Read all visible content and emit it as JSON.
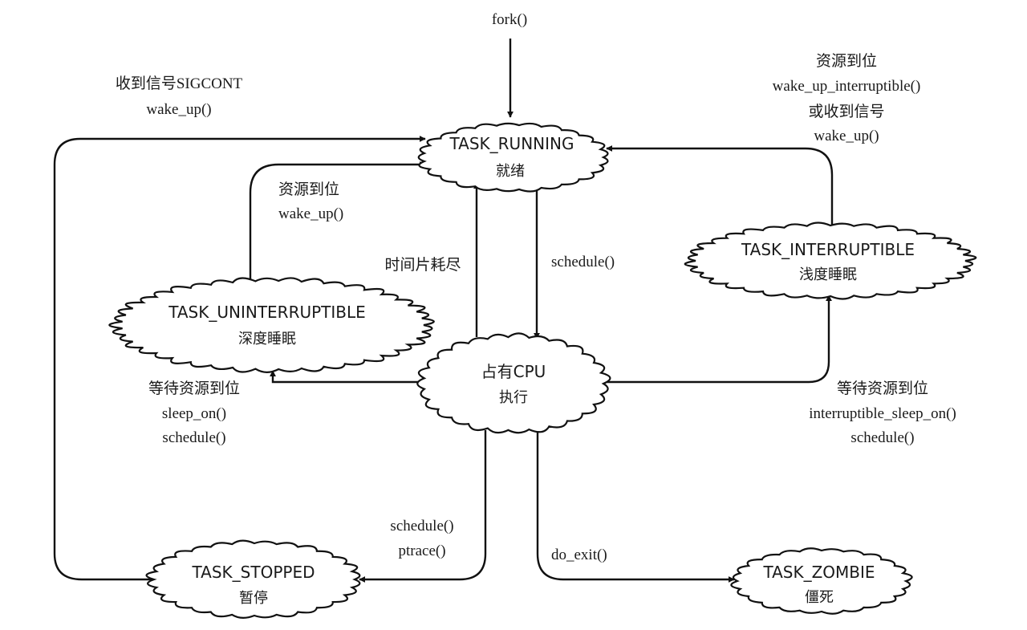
{
  "title": "Linux process state transition diagram",
  "states": {
    "running": {
      "name": "TASK_RUNNING",
      "cn": "就绪"
    },
    "cpu": {
      "name": "占有CPU",
      "cn": "执行"
    },
    "interruptible": {
      "name": "TASK_INTERRUPTIBLE",
      "cn": "浅度睡眠"
    },
    "uninterruptible": {
      "name": "TASK_UNINTERRUPTIBLE",
      "cn": "深度睡眠"
    },
    "stopped": {
      "name": "TASK_STOPPED",
      "cn": "暂停"
    },
    "zombie": {
      "name": "TASK_ZOMBIE",
      "cn": "僵死"
    }
  },
  "transitions": {
    "fork": {
      "lines": [
        "fork()"
      ]
    },
    "stopped_to_running": {
      "lines": [
        "收到信号SIGCONT",
        "wake_up()"
      ]
    },
    "unint_to_running": {
      "lines": [
        "资源到位",
        "wake_up()"
      ]
    },
    "int_to_running": {
      "lines": [
        "资源到位",
        "wake_up_interruptible()",
        "或收到信号",
        "wake_up()"
      ]
    },
    "cpu_to_running": {
      "lines": [
        "时间片耗尽"
      ]
    },
    "running_to_cpu": {
      "lines": [
        "schedule()"
      ]
    },
    "cpu_to_unint": {
      "lines": [
        "等待资源到位",
        "sleep_on()",
        "schedule()"
      ]
    },
    "cpu_to_int": {
      "lines": [
        "等待资源到位",
        "interruptible_sleep_on()",
        "schedule()"
      ]
    },
    "cpu_to_stopped": {
      "lines": [
        "schedule()",
        "ptrace()"
      ]
    },
    "cpu_to_zombie": {
      "lines": [
        "do_exit()"
      ]
    }
  }
}
